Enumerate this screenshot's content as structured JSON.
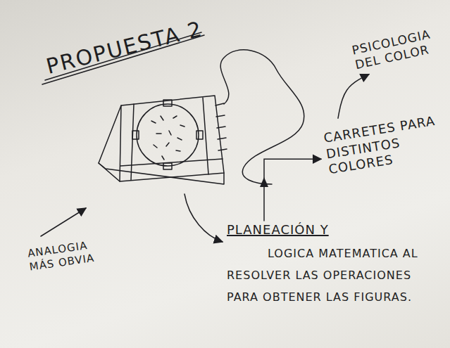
{
  "diagram": {
    "title": "PROPUESTA 2",
    "nodes": [
      {
        "text": [
          "PSICOLOGIA DEL COLOR"
        ]
      },
      {
        "text": [
          "CARRETES PARA DISTINTOS COLORES"
        ]
      },
      {
        "text": [
          "ANALOGIA MÁS OBVIA"
        ]
      },
      {
        "text": [
          "PLANEACIÓN Y",
          "LOGICA MATEMATICA AL RESOLVER LAS OPERACIONES PARA OBTENER LAS FIGURAS."
        ]
      }
    ],
    "edges": [
      {
        "from": 1,
        "to": 0,
        "arrow": "to"
      },
      {
        "from": 3,
        "to": 1,
        "arrow": "to"
      }
    ]
  }
}
